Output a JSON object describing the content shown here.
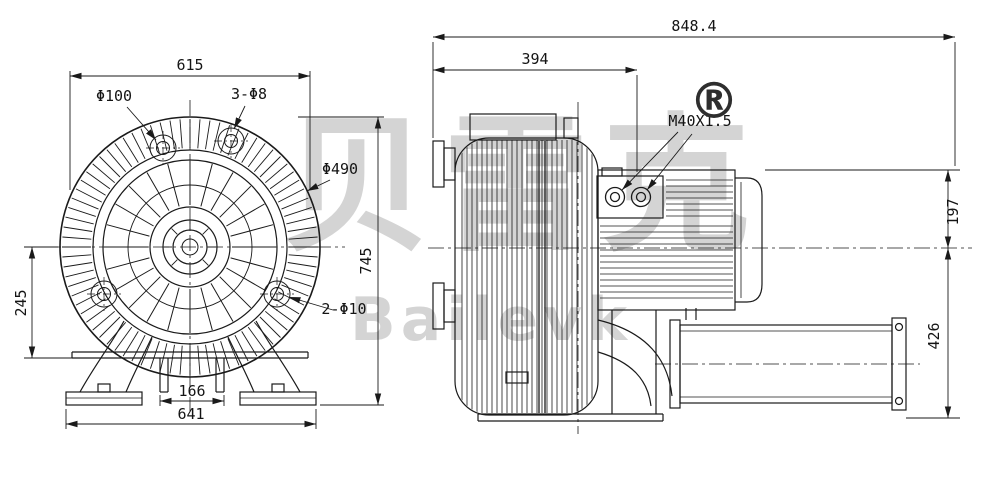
{
  "page": {
    "background": "#ffffff",
    "line_color": "#1a1a1a",
    "watermark_color": "#d4d4d4"
  },
  "front_view": {
    "dim_top_width": "615",
    "label_hole_circle": "Φ100",
    "label_top_holes": "3-Φ8",
    "label_outer_diameter": "Φ490",
    "dim_total_height": "745",
    "dim_center_to_base": "245",
    "label_bottom_holes": "2-Φ10",
    "dim_feet_spacing": "166",
    "dim_base_width": "641"
  },
  "side_view": {
    "dim_total_length": "848.4",
    "dim_front_length": "394",
    "label_cable_gland_thread": "M40X1.5",
    "dim_center_to_top": "197",
    "dim_center_to_bottom": "426"
  },
  "watermark": {
    "cjk_text": "贝雷克",
    "latin_text": "Bailevk",
    "registered_mark": "®"
  }
}
